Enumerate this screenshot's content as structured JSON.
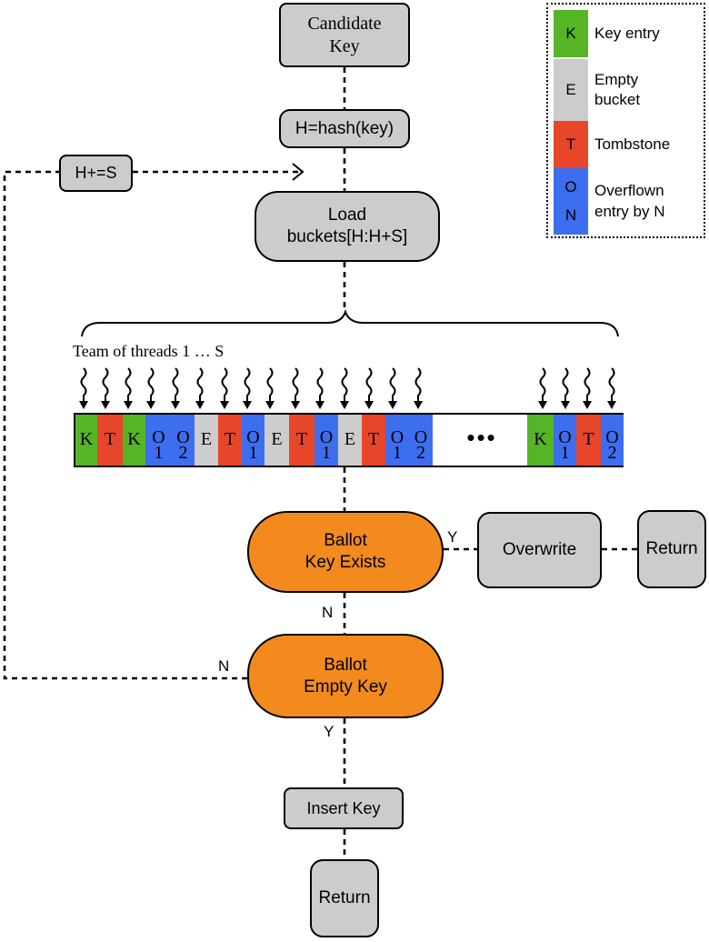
{
  "nodes": {
    "candidate_key": "Candidate\nKey",
    "hash": "H=hash(key)",
    "load": "Load\nbuckets[H:H+S]",
    "increment": "H+=S",
    "ballot_key_exists": "Ballot\nKey Exists",
    "overwrite": "Overwrite",
    "return_right": "Return",
    "ballot_empty_key": "Ballot\nEmpty Key",
    "insert_key": "Insert Key",
    "return_bottom": "Return"
  },
  "edge_labels": {
    "exists_yes": "Y",
    "exists_no": "N",
    "empty_no": "N",
    "empty_yes": "Y"
  },
  "team_label": "Team of threads 1 … S",
  "ellipsis": "•••",
  "buckets": [
    {
      "letter": "K",
      "sub": "",
      "type": "key"
    },
    {
      "letter": "T",
      "sub": "",
      "type": "tomb"
    },
    {
      "letter": "K",
      "sub": "",
      "type": "key"
    },
    {
      "letter": "O",
      "sub": "1",
      "type": "over"
    },
    {
      "letter": "O",
      "sub": "2",
      "type": "over"
    },
    {
      "letter": "E",
      "sub": "",
      "type": "empty"
    },
    {
      "letter": "T",
      "sub": "",
      "type": "tomb"
    },
    {
      "letter": "O",
      "sub": "1",
      "type": "over"
    },
    {
      "letter": "E",
      "sub": "",
      "type": "empty"
    },
    {
      "letter": "T",
      "sub": "",
      "type": "tomb"
    },
    {
      "letter": "O",
      "sub": "1",
      "type": "over"
    },
    {
      "letter": "E",
      "sub": "",
      "type": "empty"
    },
    {
      "letter": "T",
      "sub": "",
      "type": "tomb"
    },
    {
      "letter": "O",
      "sub": "1",
      "type": "over"
    },
    {
      "letter": "O",
      "sub": "2",
      "type": "over"
    },
    {
      "letter": "K",
      "sub": "",
      "type": "key"
    },
    {
      "letter": "O",
      "sub": "1",
      "type": "over"
    },
    {
      "letter": "T",
      "sub": "",
      "type": "tomb"
    },
    {
      "letter": "O",
      "sub": "2",
      "type": "over"
    }
  ],
  "legend": [
    {
      "symbol": [
        "K"
      ],
      "text": "Key entry",
      "color": "#55b526"
    },
    {
      "symbol": [
        "E"
      ],
      "text": "Empty\nbucket",
      "color": "#cccccc"
    },
    {
      "symbol": [
        "T"
      ],
      "text": "Tombstone",
      "color": "#e8462a"
    },
    {
      "symbol": [
        "O",
        "N"
      ],
      "text": "Overflown\nentry by N",
      "color": "#3d6ef0"
    }
  ],
  "colors": {
    "key": "#55b526",
    "empty": "#cccccc",
    "tomb": "#e8462a",
    "over": "#3d6ef0",
    "ballot": "#f28a1e",
    "box": "#cccccc"
  }
}
